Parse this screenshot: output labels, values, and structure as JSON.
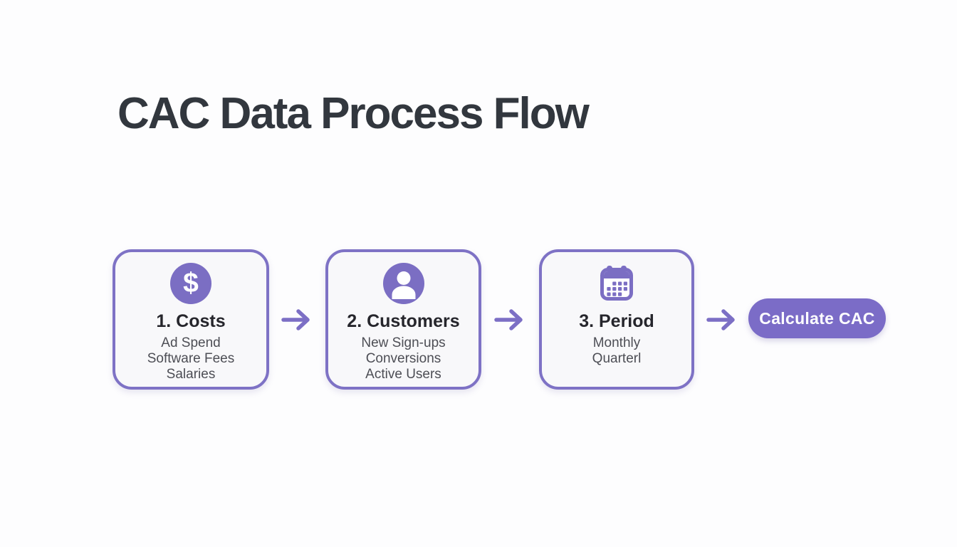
{
  "page": {
    "title": "CAC Data Process Flow"
  },
  "flow": {
    "steps": [
      {
        "icon": "dollar-icon",
        "symbol": "$",
        "title": "1. Costs",
        "items": [
          "Ad Spend",
          "Software Fees",
          "Salaries"
        ]
      },
      {
        "icon": "user-icon",
        "title": "2. Customers",
        "items": [
          "New Sign-ups",
          "Conversions",
          "Active Users"
        ]
      },
      {
        "icon": "calendar-icon",
        "title": "3. Period",
        "items": [
          "Monthly",
          "Quarterl"
        ]
      }
    ],
    "cta_label": "Calculate CAC"
  },
  "colors": {
    "page_bg": "#fdfdfe",
    "title_color": "#32373e",
    "accent": "#7e72c5",
    "icon_fill": "#7b6ec3",
    "button_bg": "#7b6cc7",
    "box_bg": "#f8f8fa",
    "step_title_color": "#26262c",
    "step_item_color": "#4d4e55"
  }
}
